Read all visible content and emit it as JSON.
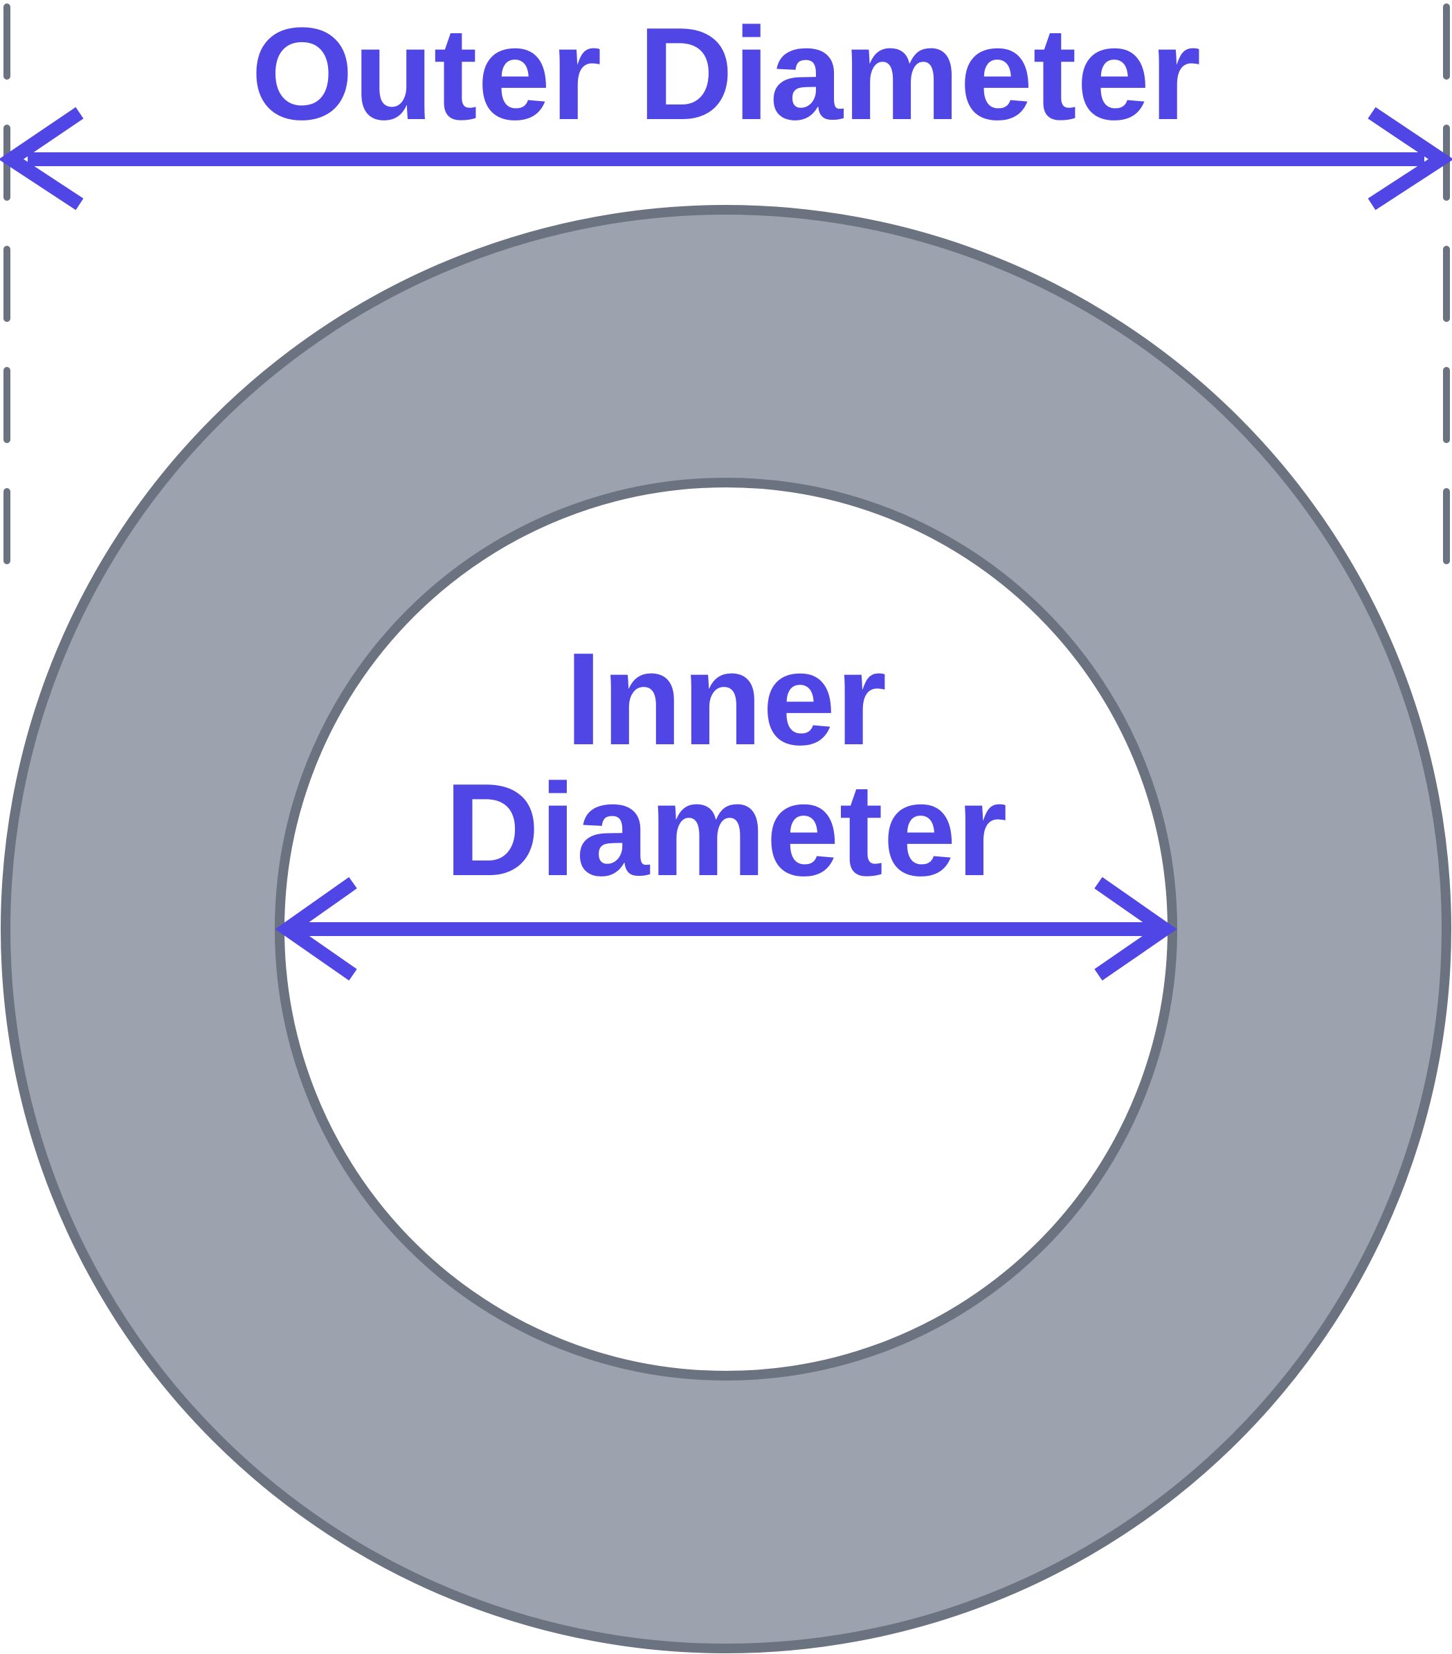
{
  "labels": {
    "outer": "Outer Diameter",
    "inner_line1": "Inner",
    "inner_line2": "Diameter"
  },
  "colors": {
    "accent": "#4F46E5",
    "ring_fill": "#9CA3AF",
    "ring_stroke": "#6B7280",
    "guide": "#6B7280",
    "hole_fill": "#FFFFFF"
  }
}
